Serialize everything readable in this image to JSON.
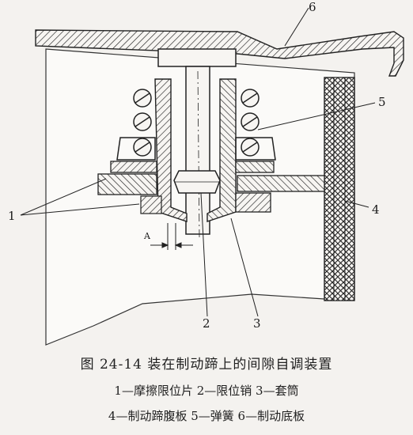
{
  "caption": {
    "title": "图 24-14   装在制动蹄上的间隙自调装置",
    "legend_line1": "1—摩擦限位片   2—限位销   3—套筒",
    "legend_line2": "4—制动蹄腹板   5—弹簧   6—制动底板"
  },
  "callouts": {
    "c1": "1",
    "c2": "2",
    "c3": "3",
    "c4": "4",
    "c5": "5",
    "c6": "6",
    "gap": "A"
  }
}
